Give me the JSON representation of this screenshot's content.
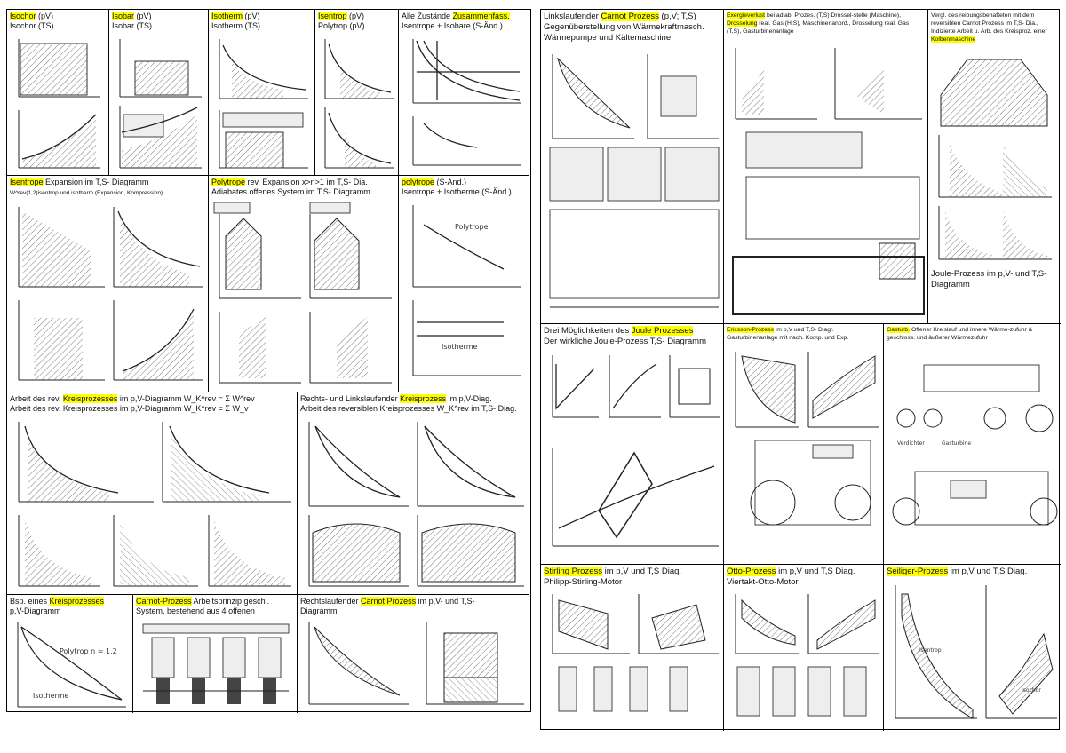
{
  "left": {
    "row1": [
      {
        "hl": "Isochor",
        "t1": " (pV)",
        "l2": "Isochor (TS)"
      },
      {
        "hl": "Isobar",
        "t1": " (pV)",
        "l2": "Isobar (TS)"
      },
      {
        "hl": "Isotherm",
        "t1": " (pV)",
        "l2": "Isotherm (TS)"
      },
      {
        "hl": "Isentrop",
        "t1": " (pV)",
        "l2": "Polytrop (pV)"
      },
      {
        "pre": "Alle Zustände ",
        "hl": "Zusammenfass.",
        "t1": "",
        "l2": "Isentrope + Isobare (S-Änd.)"
      }
    ],
    "row2": [
      {
        "hl": "Isentrope",
        "t1": " Expansion im T,S- Diagramm",
        "l2": "W^rev(1,2)isentrop und isotherm (Expansion, Kompression)"
      },
      {
        "hl": "Polytrope",
        "t1": " rev. Expansion x>n>1 im T,S- Dia.",
        "l2": "Adiabates offenes System im T,S- Diagramm"
      },
      {
        "hl": "polytrope",
        "t1": " (S-Änd.)",
        "l2": "Isentrope + Isotherme (S-Änd.)"
      }
    ],
    "row3": [
      {
        "pre": "Arbeit des rev. ",
        "hl": "Kreisprozesses",
        "t1": " im p,V-Diagramm W_K^rev = Σ W^rev",
        "l2": "Arbeit des rev. Kreisprozesses im p,V-Diagramm W_K^rev = Σ W_v"
      },
      {
        "pre": "Rechts- und Linkslaufender ",
        "hl": "Kreisprozess",
        "t1": " im p,V-Diag.",
        "l2": "Arbeit des reversiblen Kreisprozesses W_K^rev im T,S- Diag."
      }
    ],
    "row4": [
      {
        "pre": "Bsp. eines ",
        "hl": "Kreisprozesses",
        "t1": "",
        "l2": "p,V-Diagramm"
      },
      {
        "pre": "",
        "hl": "Carnot-Prozess",
        "t1": " Arbeitsprinzip geschl.",
        "l2": "System, bestehend aus 4 offenen"
      },
      {
        "pre": "Rechtslaufender ",
        "hl": "Carnot Prozess",
        "t1": " im p,V- und T,S-",
        "l2": "Diagramm"
      }
    ],
    "fig_labels": {
      "polytrop": "Polytrop n = 1,2",
      "isotherme": "Isotherme",
      "polytrope": "Polytrope",
      "isotherme2": "Isotherme"
    }
  },
  "right": {
    "row1": [
      {
        "pre": "Linkslaufender ",
        "hl": "Carnot Prozess",
        "t1": " (p,V; T,S)",
        "l2": "Gegenüberstellung von Wärmekraftmasch.",
        "l3": "Wärmepumpe und Kältemaschine"
      },
      {
        "hl": "Exergieverlust",
        "t1": " bei adiab. Prozes. (T,S) Drossel-stelle (Maschine), ",
        "hl2": "Drosselung",
        "t2": " real. Gas (H,S), Maschinenanord., Drosselung real. Gas (T,S), Gasturbinenanlage"
      },
      {
        "pre": "Vergl. des reibungsbehafteten mit dem reversiblen Carnot Prozess im T,S- Dia., Indizierte Arbeit u. Arb. des Kreisproz. einer ",
        "hl": "Kolbenmaschine",
        "t1": ""
      }
    ],
    "joule_caption": "Joule-Prozess im p,V- und T,S- Diagramm",
    "row2": [
      {
        "pre": "Drei Möglichkeiten des ",
        "hl": "Joule Prozesses",
        "t1": "",
        "l2": "Der wirkliche Joule-Prozess T,S- Diagramm"
      },
      {
        "hl": "Ericsson-Prozess",
        "t1": " im p,V und T,S- Diagr. Gasturbinenanlage mit nach. Komp. und Exp."
      },
      {
        "hl": "Gasturb.",
        "t1": " Offener Kreislauf und innere Wärme-zufuhr & geschloss. und äußerer Wärmezufuhr"
      }
    ],
    "row3": [
      {
        "hl": "Stirling Prozess",
        "t1": " im p,V und T,S Diag.",
        "l2": "Philipp-Stirling-Motor"
      },
      {
        "hl": "Otto-Prozess",
        "t1": " im p,V und T,S Diag.",
        "l2": "Viertakt-Otto-Motor"
      },
      {
        "hl": "Seiliger-Prozess",
        "t1": " im p,V und T,S Diag.",
        "l2": ""
      }
    ],
    "fig_labels": {
      "gasturbine": "Gasturbine",
      "verdichter": "Verdichter",
      "isentrop": "Isentrop",
      "isochor": "Isochor"
    }
  }
}
